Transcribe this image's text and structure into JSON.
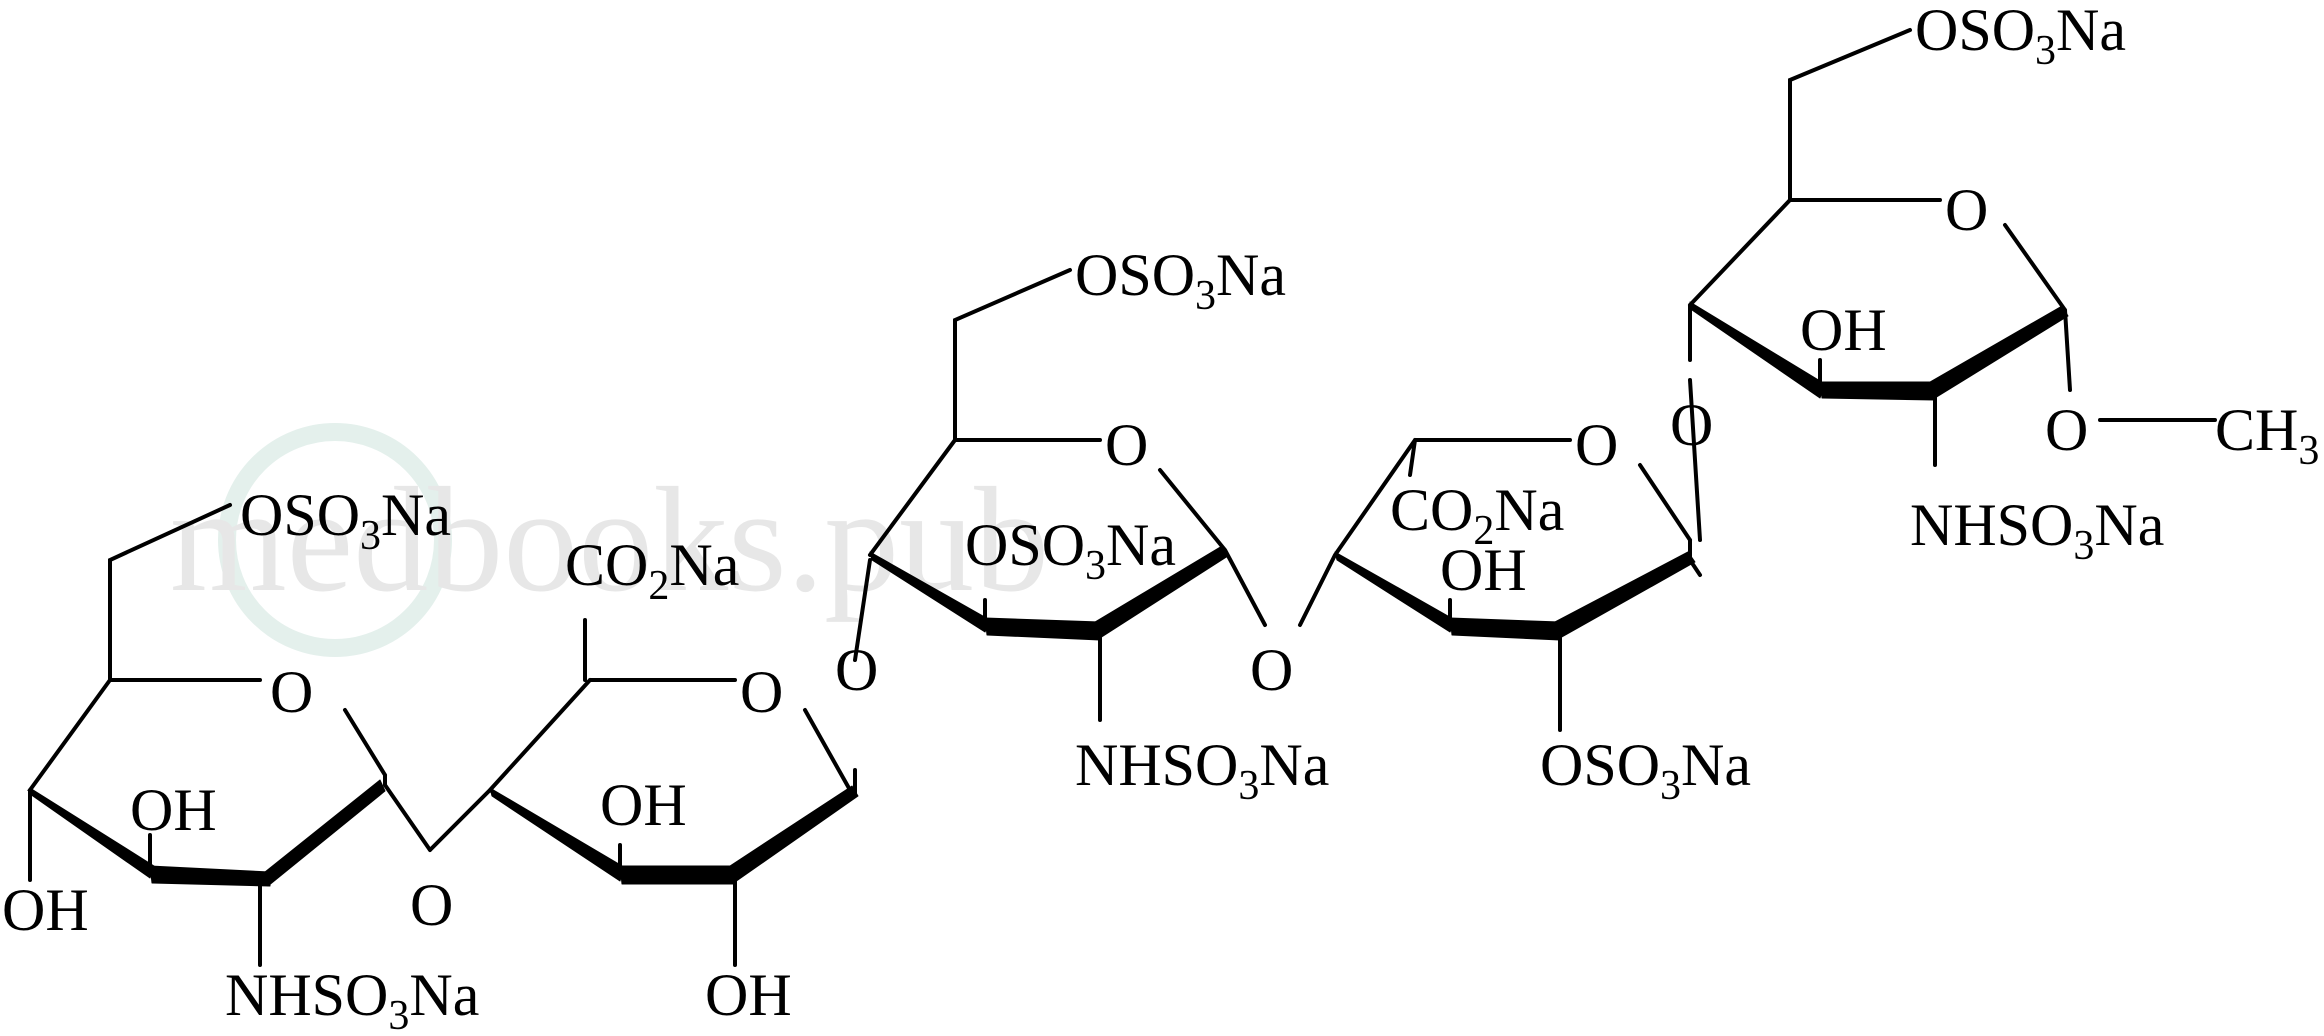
{
  "watermark": {
    "text": "medbooks.pub"
  },
  "labels": {
    "osulf": "OSO",
    "sub3": "3",
    "na": "Na",
    "co2": "CO",
    "sub2": "2",
    "oh": "OH",
    "o": "O",
    "nh": "NHSO",
    "ch3": "CH",
    "ch3sub": "3"
  },
  "colors": {
    "ink": "#000000",
    "watermark": "#e7e7e7"
  }
}
